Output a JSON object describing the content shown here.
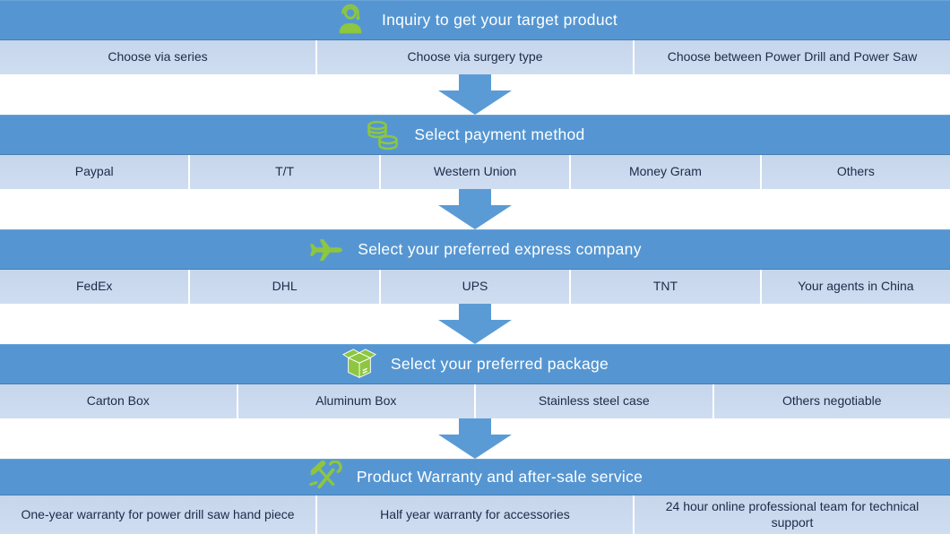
{
  "steps": [
    {
      "title": "Inquiry to get your target product",
      "icon": "support-agent-icon",
      "options": [
        "Choose via series",
        "Choose via surgery type",
        "Choose between Power Drill and Power Saw"
      ]
    },
    {
      "title": "Select payment method",
      "icon": "coins-icon",
      "options": [
        "Paypal",
        "T/T",
        "Western Union",
        "Money Gram",
        "Others"
      ]
    },
    {
      "title": "Select your preferred express company",
      "icon": "airplane-icon",
      "options": [
        "FedEx",
        "DHL",
        "UPS",
        "TNT",
        "Your agents in China"
      ]
    },
    {
      "title": "Select your preferred package",
      "icon": "package-icon",
      "options": [
        "Carton Box",
        "Aluminum Box",
        "Stainless steel case",
        "Others negotiable"
      ]
    },
    {
      "title": "Product Warranty and after-sale service",
      "icon": "tools-icon",
      "options": [
        "One-year warranty for power drill saw hand piece",
        "Half year warranty for accessories",
        "24 hour online professional team for technical support"
      ]
    }
  ],
  "colors": {
    "header_blue": "#5596d2",
    "row_light_blue": "#c9d9ed",
    "arrow_blue": "#5b9bd5",
    "icon_green": "#8dc63f",
    "option_text": "#1e2a47"
  }
}
